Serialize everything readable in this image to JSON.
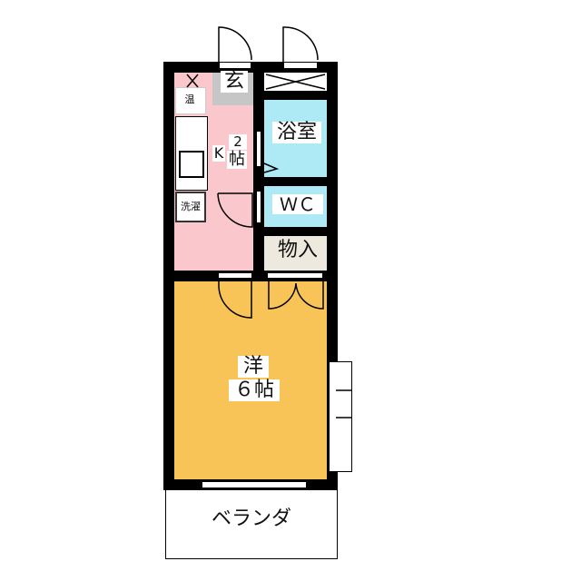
{
  "rooms": {
    "genkan": "玄",
    "water_heater": "温",
    "kitchen_k": "K",
    "kitchen_num": "2",
    "kitchen_unit": "帖",
    "laundry": "洗濯",
    "bath": "浴室",
    "wc": "ＷＣ",
    "storage": "物入",
    "western_name": "洋",
    "western_size": "６帖",
    "balcony": "ベランダ"
  },
  "colors": {
    "kitchen": "#f9c7cc",
    "bath": "#aeeaf6",
    "room": "#f8c457",
    "storage": "#ede9df",
    "genkan": "#c6c6c6"
  }
}
